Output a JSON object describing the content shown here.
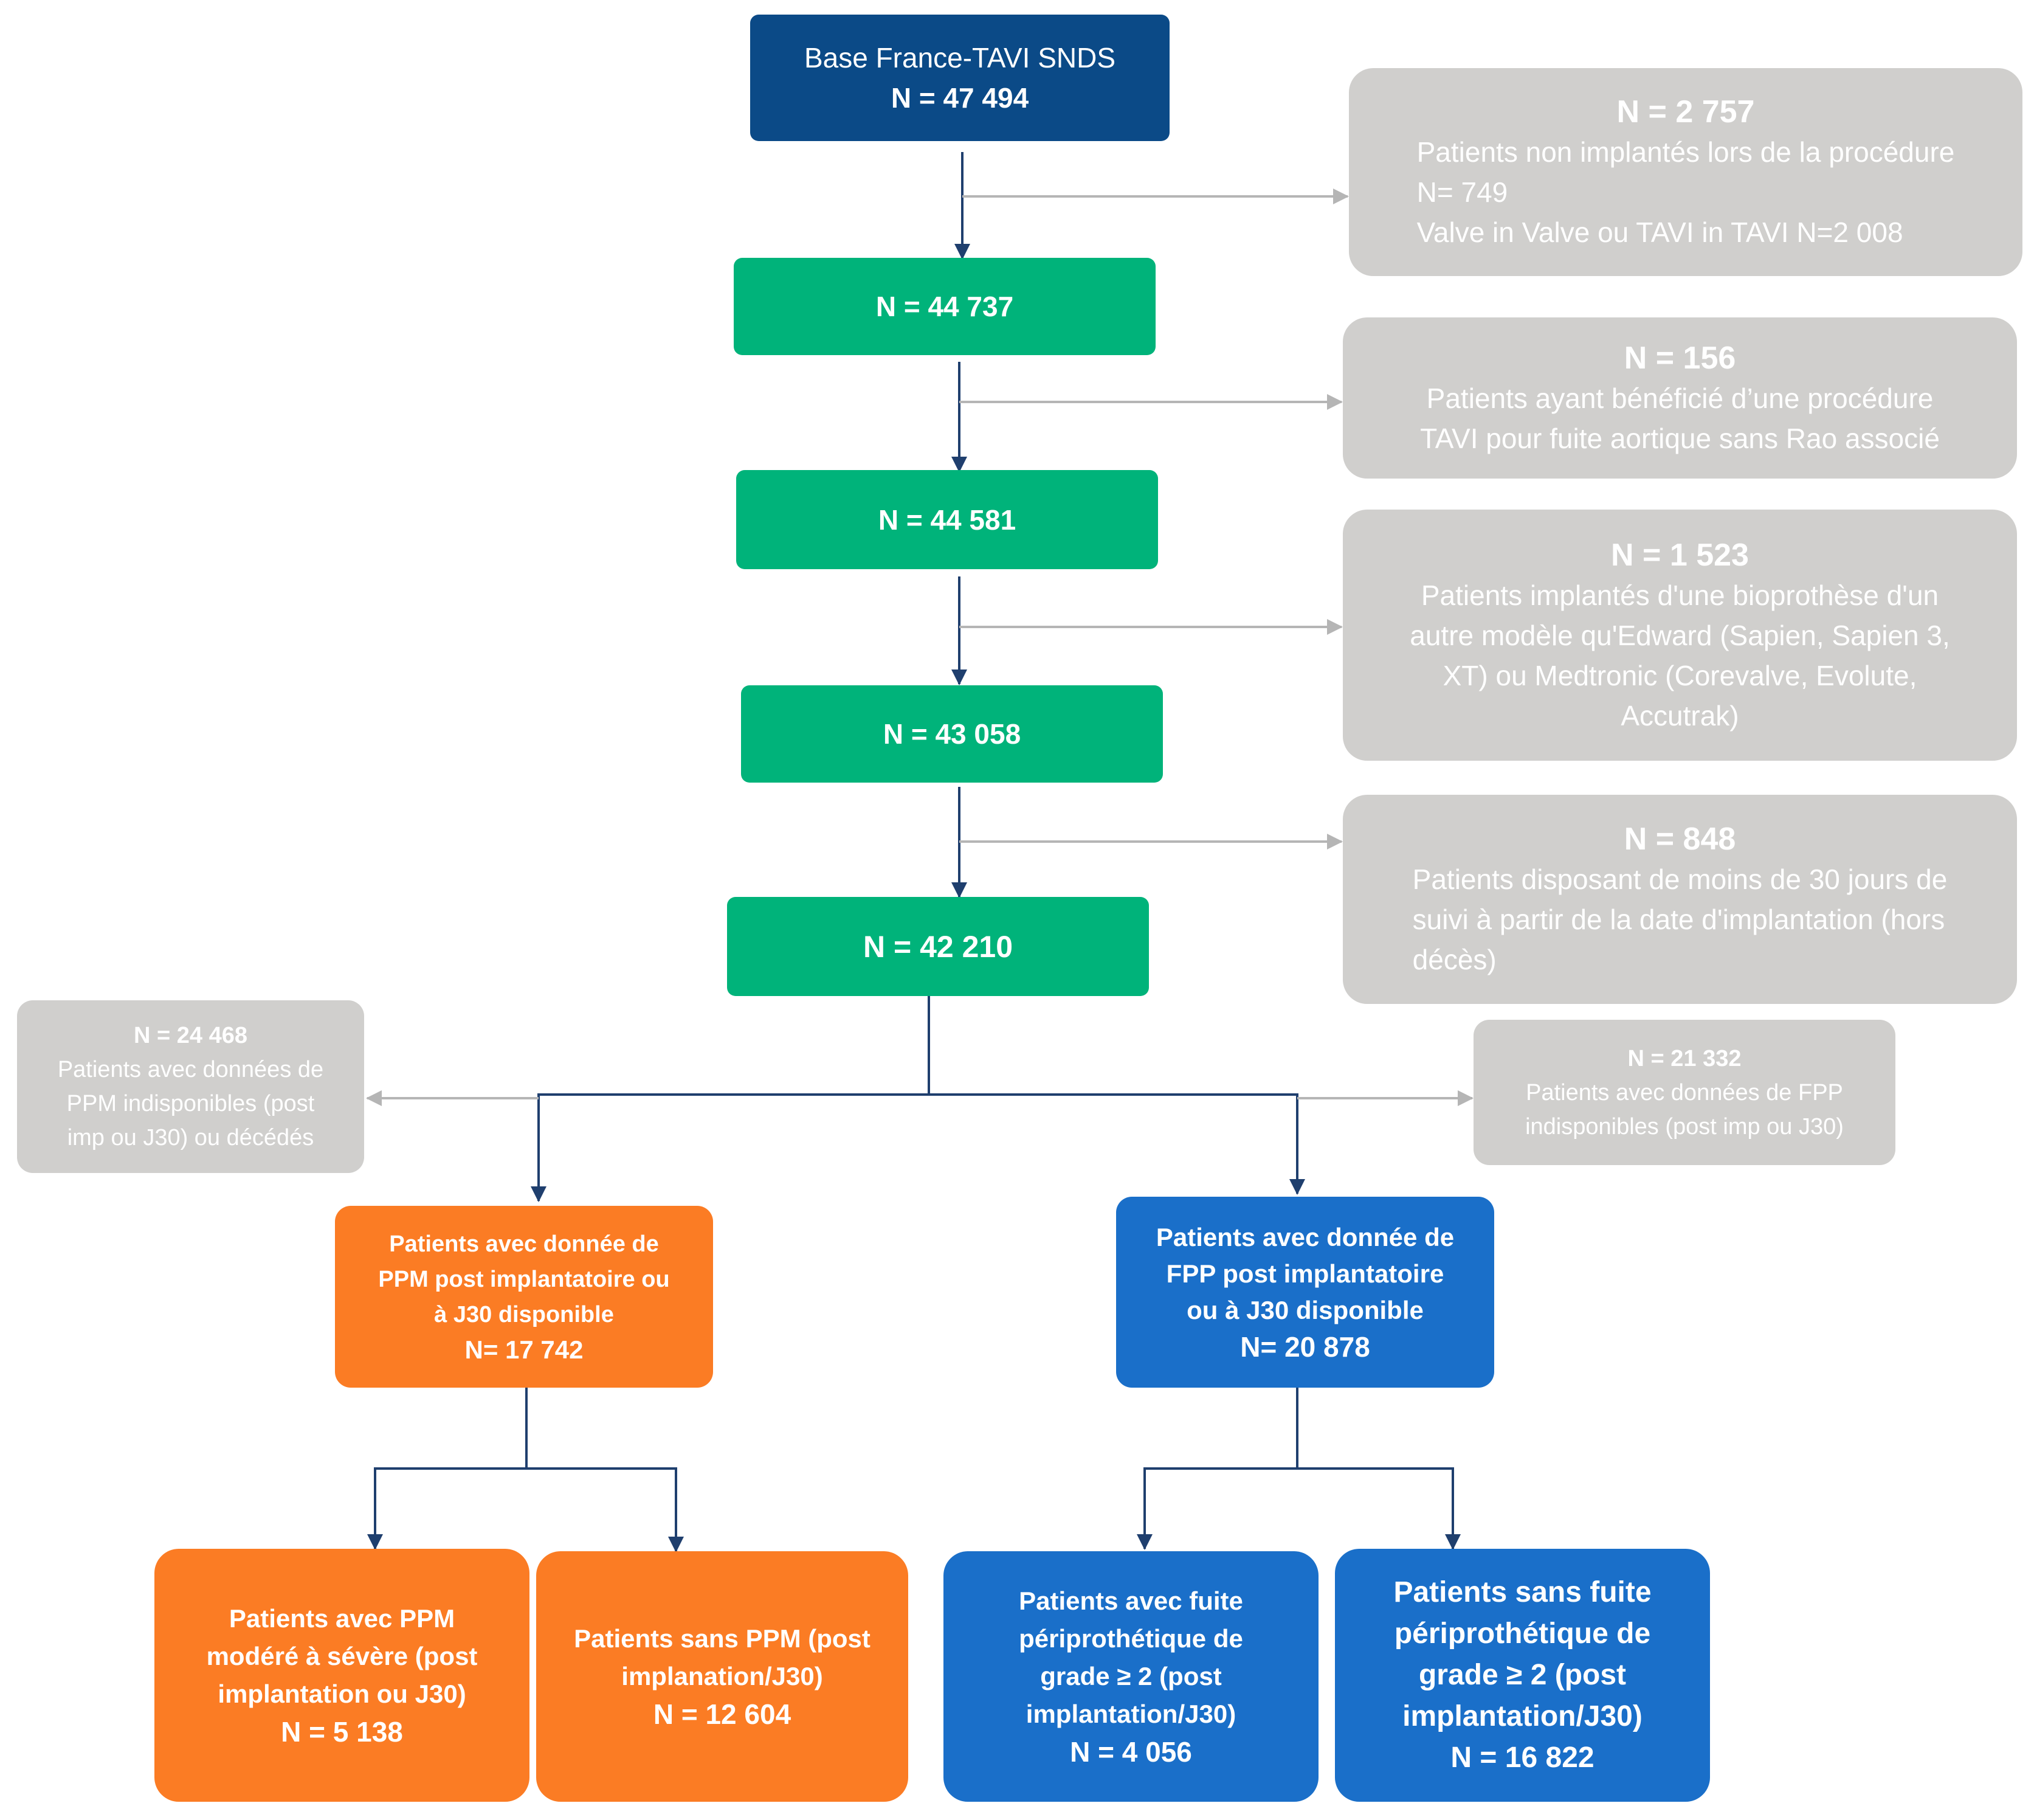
{
  "nodes": {
    "root": {
      "title": "Base France-TAVI SNDS",
      "count": "N = 47 494"
    },
    "n1": {
      "count": "N = 44 737"
    },
    "n2": {
      "count": "N = 44 581"
    },
    "n3": {
      "count": "N = 43 058"
    },
    "n4": {
      "count": "N = 42 210"
    }
  },
  "exclusions": {
    "e1": {
      "count": "N = 2 757",
      "line1": "Patients non implantés lors de la procédure",
      "line2": "N= 749",
      "line3": "Valve in Valve ou TAVI in TAVI  N=2 008"
    },
    "e2": {
      "count": "N = 156",
      "line1": "Patients ayant bénéficié d’une procédure",
      "line2": "TAVI pour fuite aortique sans Rao associé"
    },
    "e3": {
      "count": "N = 1 523",
      "line1": "Patients implantés d'une bioprothèse d'un",
      "line2": "autre modèle qu'Edward (Sapien, Sapien 3,",
      "line3": "XT) ou Medtronic (Corevalve, Evolute,",
      "line4": "Accutrak)"
    },
    "e4": {
      "count": "N = 848",
      "line1": "Patients disposant de moins de 30 jours de",
      "line2": "suivi à partir de la date d'implantation (hors",
      "line3": "décès)"
    },
    "left_excl": {
      "count": "N = 24 468",
      "line1": "Patients avec données de",
      "line2": "PPM indisponibles (post",
      "line3": "imp ou J30) ou décédés"
    },
    "right_excl": {
      "count": "N =  21 332",
      "line1": "Patients avec données de FPP",
      "line2": "indisponibles (post imp ou J30)"
    }
  },
  "branches": {
    "ppm": {
      "line1": "Patients avec donnée de",
      "line2": "PPM post implantatoire ou",
      "line3": "à J30 disponible",
      "count": "N= 17 742"
    },
    "fpp": {
      "line1": "Patients avec donnée de",
      "line2": "FPP post implantatoire",
      "line3": "ou à J30 disponible",
      "count": "N= 20 878"
    }
  },
  "outcomes": {
    "ppm_yes": {
      "line1": "Patients avec PPM",
      "line2": "modéré à sévère (post",
      "line3": "implantation ou J30)",
      "count": "N =  5 138"
    },
    "ppm_no": {
      "line1": "Patients sans PPM (post",
      "line2": "implanation/J30)",
      "count": "N =  12 604"
    },
    "fpp_yes": {
      "line1": "Patients avec fuite",
      "line2": "périprothétique  de",
      "line3": "grade  ≥ 2 (post",
      "line4": "implantation/J30)",
      "count": "N =  4 056"
    },
    "fpp_no": {
      "line1": "Patients sans fuite",
      "line2": "périprothétique  de",
      "line3": "grade  ≥ 2 (post",
      "line4": "implantation/J30)",
      "count": "N = 16 822"
    }
  },
  "colors": {
    "navy": "#0b4a87",
    "green": "#00b37a",
    "grey": "#d0cfcd",
    "orange": "#fb7c24",
    "blue": "#1a6fc9",
    "connector_dark": "#1f3f6e",
    "connector_grey": "#b5b5b5"
  }
}
